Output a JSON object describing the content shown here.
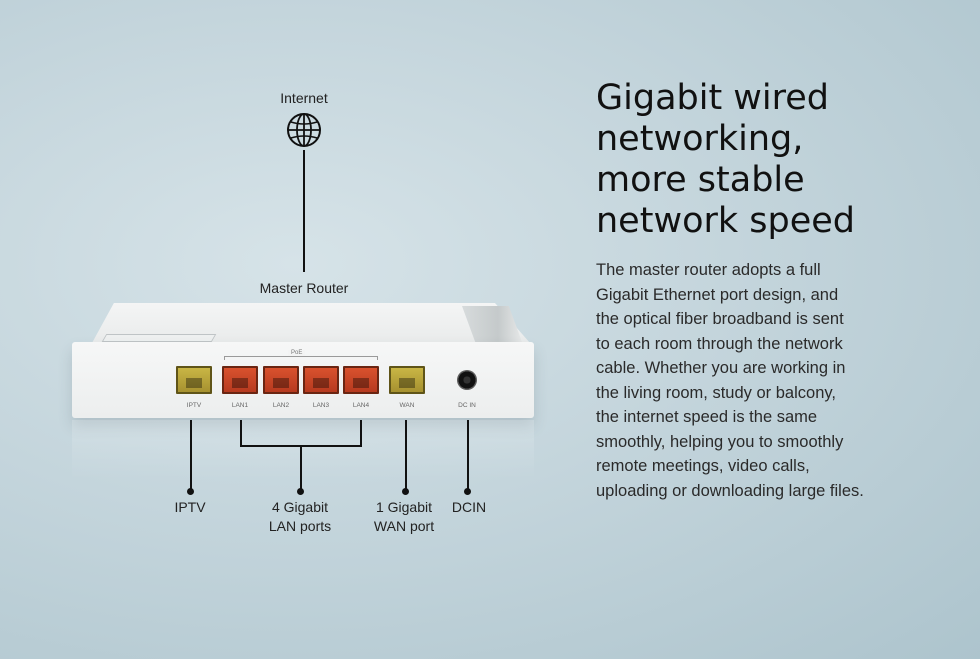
{
  "diagram": {
    "internet_label": "Internet",
    "master_router_label": "Master Router",
    "poe_label": "PoE",
    "ports": [
      {
        "label": "IPTV",
        "color": "yellow"
      },
      {
        "label": "LAN1",
        "color": "red"
      },
      {
        "label": "LAN2",
        "color": "red"
      },
      {
        "label": "LAN3",
        "color": "red"
      },
      {
        "label": "LAN4",
        "color": "red"
      },
      {
        "label": "WAN",
        "color": "yellow"
      }
    ],
    "dc_label": "DC IN",
    "callouts": {
      "iptv": "IPTV",
      "lan_line1": "4 Gigabit",
      "lan_line2": "LAN ports",
      "wan_line1": "1 Gigabit",
      "wan_line2": "WAN port",
      "dcin": "DCIN"
    },
    "colors": {
      "red_port": "#c8452a",
      "yellow_port": "#b8a33a",
      "line": "#111111"
    }
  },
  "heading_lines": [
    "Gigabit wired",
    "networking,",
    "more stable",
    "network speed"
  ],
  "body_lines": [
    "The master router adopts a full",
    "Gigabit Ethernet port design, and",
    "the optical fiber broadband is sent",
    "to each room through the network",
    "cable. Whether you are working in",
    "the living room, study or balcony,",
    "the internet speed is the same",
    "smoothly, helping you to smoothly",
    "remote meetings, video calls,",
    "uploading or downloading large files."
  ]
}
